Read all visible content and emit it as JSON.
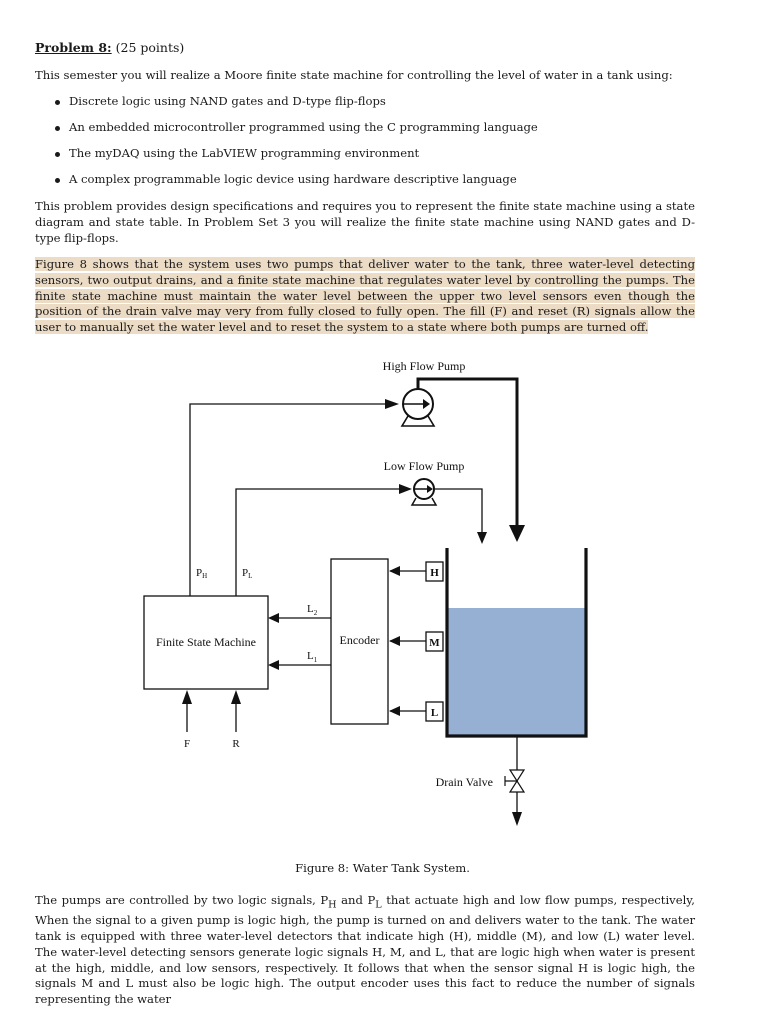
{
  "heading": {
    "label": "Problem 8:",
    "points": "(25 points)"
  },
  "intro": "This semester you will realize a Moore finite state machine for controlling the level of water in a tank using:",
  "bullets": [
    "Discrete logic using NAND gates and D-type flip-flops",
    "An embedded microcontroller programmed using the C programming language",
    "The myDAQ using the LabVIEW programming environment",
    "A complex programmable logic device using hardware descriptive language"
  ],
  "paragraph2": "This problem provides design specifications and requires you to represent the finite state machine using a state diagram and state table. In Problem Set 3 you will realize the finite state machine using NAND gates and D-type flip-flops.",
  "paragraph3": "Figure 8 shows that the system uses two pumps that deliver water to the tank, three water-level detecting sensors, two output drains, and a finite state machine that regulates water level by controlling the pumps. The finite state machine must maintain the water level between the upper two level sensors even though the position of the drain valve may very from fully closed to fully open. The fill (F) and reset (R) signals allow the user to manually set the water level and to reset the system to a state where both pumps are turned off.",
  "figure": {
    "high_pump": "High Flow Pump",
    "low_pump": "Low Flow Pump",
    "fsm": "Finite State Machine",
    "encoder": "Encoder",
    "ph": "P",
    "ph_sub": "H",
    "pl": "P",
    "pl_sub": "L",
    "l2": "L",
    "l2_sub": "2",
    "l1": "L",
    "l1_sub": "1",
    "sensor_h": "H",
    "sensor_m": "M",
    "sensor_l": "L",
    "input_f": "F",
    "input_r": "R",
    "drain_valve": "Drain Valve",
    "water_color": "#95b0d3"
  },
  "caption": "Figure 8: Water Tank System.",
  "paragraph4": {
    "t1": "The pumps are controlled by two logic signals, P",
    "s1": "H",
    "t2": " and P",
    "s2": "L",
    "t3": " that actuate high and low flow pumps, respectively, When the signal to a given pump is logic high, the pump is turned on and delivers water to the tank. The water tank is equipped with three water-level detectors that indicate high (H), middle (M), and low (L) water level. The water-level detecting sensors generate logic signals H, M, and L, that are logic high when water is present at the high, middle, and low sensors, respectively. It follows that when the sensor signal H is logic high, the signals M and L must also be logic high. The output encoder uses this fact to reduce the number of signals representing the water"
  }
}
